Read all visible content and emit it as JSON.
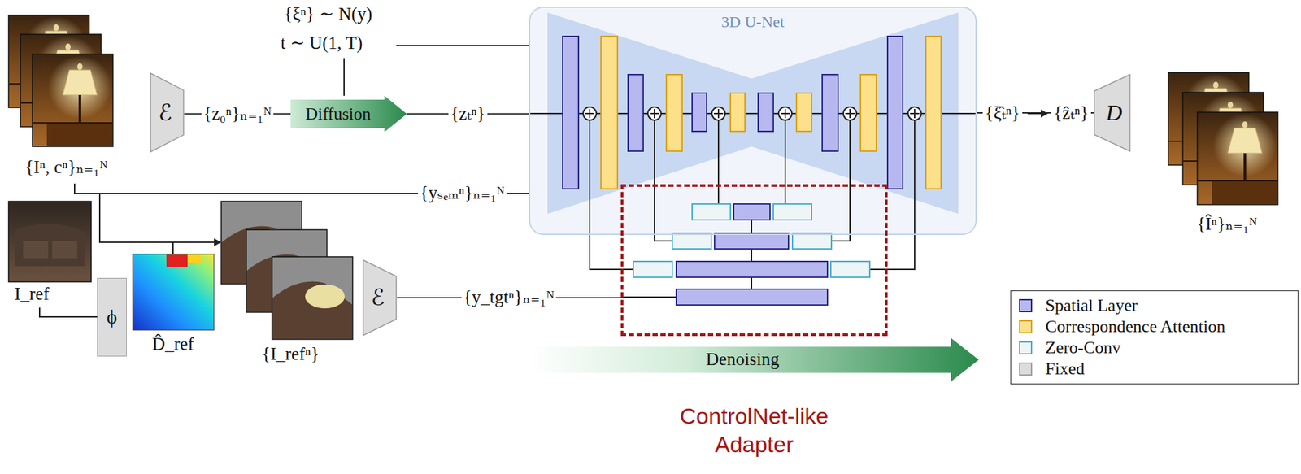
{
  "diagram": {
    "nodes": [
      {
        "text": [
          "ℰ"
        ]
      },
      {
        "text": [
          "Diffusion"
        ]
      },
      {
        "text": [
          "3D U-Net"
        ]
      },
      {
        "text": [
          "D"
        ]
      },
      {
        "text": [
          "ϕ"
        ]
      },
      {
        "text": [
          "ℰ"
        ]
      },
      {
        "text": [
          "ControlNet-like Adapter"
        ]
      },
      {
        "text": [
          "Denoising"
        ]
      }
    ],
    "edges": [
      {
        "from": 0,
        "to": 1,
        "arrow": "none",
        "label": "{z₀ⁿ}ₙ₌₁ᴺ"
      },
      {
        "from": 1,
        "to": 2,
        "arrow": "none",
        "label": "{zₜⁿ}"
      },
      {
        "from": 2,
        "to": 3,
        "arrow": "none"
      },
      {
        "from": 5,
        "to": 6,
        "arrow": "none",
        "label": "{y_tgtⁿ}ₙ₌₁ᴺ"
      }
    ],
    "labels": [
      "{ξⁿ} ∼ N(y)",
      "t ∼ U(1, T)",
      "{Iⁿ, cⁿ}ₙ₌₁ᴺ",
      "{yₛₑₘⁿ}ₙ₌₁ᴺ",
      "I_ref",
      "D̂_ref",
      "{I_refⁿ}",
      "{ξ̂ₜⁿ}",
      "{ẑₜⁿ}",
      "{Îⁿ}ₙ₌₁ᴺ"
    ],
    "legend": [
      {
        "text": "Spatial Layer",
        "color": "#b8b8f0"
      },
      {
        "text": "Correspondence Attention",
        "color": "#fde08a"
      },
      {
        "text": "Zero-Conv",
        "color": "#eef5f6"
      },
      {
        "text": "Fixed",
        "color": "#dcdcdc"
      }
    ]
  }
}
